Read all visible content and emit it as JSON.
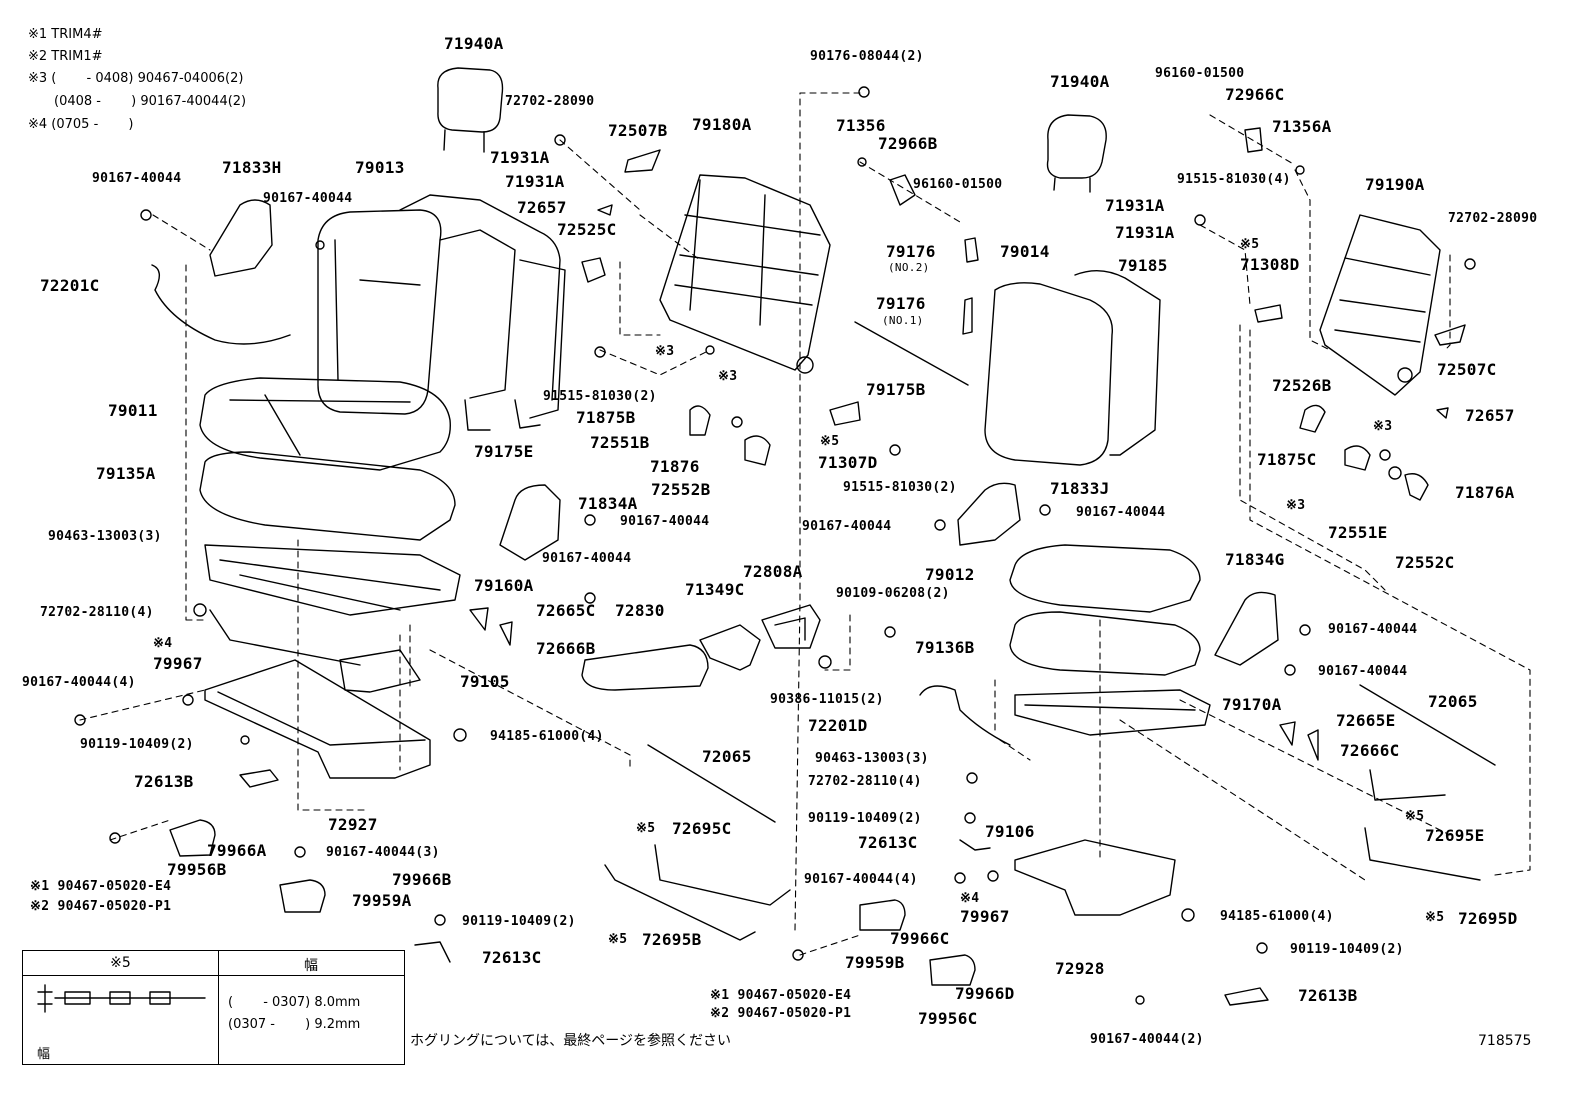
{
  "notes": [
    "※1 TRIM4#",
    "※2 TRIM1#",
    "※3 (　　 - 0408) 90467-04006(2)",
    "　　(0408 -　　 ) 90167-40044(2)",
    "※4 (0705 -　　 )"
  ],
  "labels": {
    "l71940A_1": "71940A",
    "l71940A_2": "71940A",
    "l90176": "90176-08044(2)",
    "l96160_a": "96160-01500",
    "l72966C": "72966C",
    "l71356A": "71356A",
    "l72702_28090_a": "72702-28090",
    "l72507B": "72507B",
    "l79180A": "79180A",
    "l71356": "71356",
    "l72966B": "72966B",
    "l96160_b": "96160-01500",
    "l91515_81030_4": "91515-81030(4)",
    "l79190A": "79190A",
    "l72702_28090_b": "72702-28090",
    "l71931A_1": "71931A",
    "l71931A_2": "71931A",
    "l71931A_3": "71931A",
    "l71931A_4": "71931A",
    "l90167_tl": "90167-40044",
    "l71833H": "71833H",
    "l79013": "79013",
    "l90167_t2": "90167-40044",
    "l72657_a": "72657",
    "l72525C": "72525C",
    "l79176_no2": "79176",
    "l79176_no2_sub": "(NO.2)",
    "l79014": "79014",
    "l79185": "79185",
    "l5_71308D_mark": "※5",
    "l71308D": "71308D",
    "l72201C": "72201C",
    "l79176_no1": "79176",
    "l79176_no1_sub": "(NO.1)",
    "l79175B": "79175B",
    "l3_a": "※3",
    "l91515_81030_2a": "91515-81030(2)",
    "l3_b": "※3",
    "l79011": "79011",
    "l71875B": "71875B",
    "l72526B": "72526B",
    "l72657_b": "72657",
    "l72507C": "72507C",
    "l72551B": "72551B",
    "l5_71307D": "※5",
    "l71307D": "71307D",
    "l3_c": "※3",
    "l71875C": "71875C",
    "l71876": "71876",
    "l79175E": "79175E",
    "l71876A": "71876A",
    "l79135A": "79135A",
    "l72552B": "72552B",
    "l91515_81030_2b": "91515-81030(2)",
    "l71833J": "71833J",
    "l3_d": "※3",
    "l72551E": "72551E",
    "l71834A": "71834A",
    "l90167_m1": "90167-40044",
    "l90167_m2": "90167-40044",
    "l90167_m3": "90167-40044",
    "l72552C": "72552C",
    "l90463_13003_a": "90463-13003(3)",
    "l90167_m4": "90167-40044",
    "l71834G": "71834G",
    "l79012": "79012",
    "l79160A": "79160A",
    "l72808A": "72808A",
    "l90109": "90109-06208(2)",
    "l72702_28110_a": "72702-28110(4)",
    "l72665C": "72665C",
    "l72830": "72830",
    "l71349C": "71349C",
    "l90167_r1": "90167-40044",
    "l4_a": "※4",
    "l72666B": "72666B",
    "l79136B": "79136B",
    "l79967_a": "79967",
    "l90167_r2": "90167-40044",
    "l90167_4": "90167-40044(4)",
    "l79105": "79105",
    "l90386": "90386-11015(2)",
    "l72065_r": "72065",
    "l79170A": "79170A",
    "l72201D": "72201D",
    "l72665E": "72665E",
    "l90119_a": "90119-10409(2)",
    "l94185_a": "94185-61000(4)",
    "l90463_13003_b": "90463-13003(3)",
    "l72666C": "72666C",
    "l72702_28110_b": "72702-28110(4)",
    "l72065_m": "72065",
    "l72613B_a": "72613B",
    "l90119_b": "90119-10409(2)",
    "l5_72695E": "※5",
    "l79106": "79106",
    "l72695E": "72695E",
    "l72927": "72927",
    "l5_72695C": "※5",
    "l72695C": "72695C",
    "l72613C_b": "72613C",
    "l79966A": "79966A",
    "l90167_3": "90167-40044(3)",
    "l79956B": "79956B",
    "l90167_4b": "90167-40044(4)",
    "l79966B": "79966B",
    "l4_b": "※4",
    "l79967_b": "79967",
    "l_1a": "※1 90467-05020-E4",
    "l_2a": "※2 90467-05020-P1",
    "l79959A": "79959A",
    "l94185_b": "94185-61000(4)",
    "l5_72695D": "※5",
    "l72695D": "72695D",
    "l90119_c": "90119-10409(2)",
    "l5_72695B": "※5",
    "l72695B": "72695B",
    "l79966C": "79966C",
    "l72928": "72928",
    "l90119_d": "90119-10409(2)",
    "l72613C_a": "72613C",
    "l79959B": "79959B",
    "l79966D": "79966D",
    "l72613B_b": "72613B",
    "l_1b": "※1 90467-05020-E4",
    "l_2b": "※2 90467-05020-P1",
    "l79956C": "79956C",
    "l90167_2": "90167-40044(2)"
  },
  "legend": {
    "header_left": "※5",
    "header_right": "幅",
    "row1": "(　　 - 0307) 8.0mm",
    "row2": "(0307 -　　 ) 9.2mm",
    "width_label": "幅"
  },
  "footer_note": "ホグリングについては、最終ページを参照ください",
  "diagram_id": "718575"
}
